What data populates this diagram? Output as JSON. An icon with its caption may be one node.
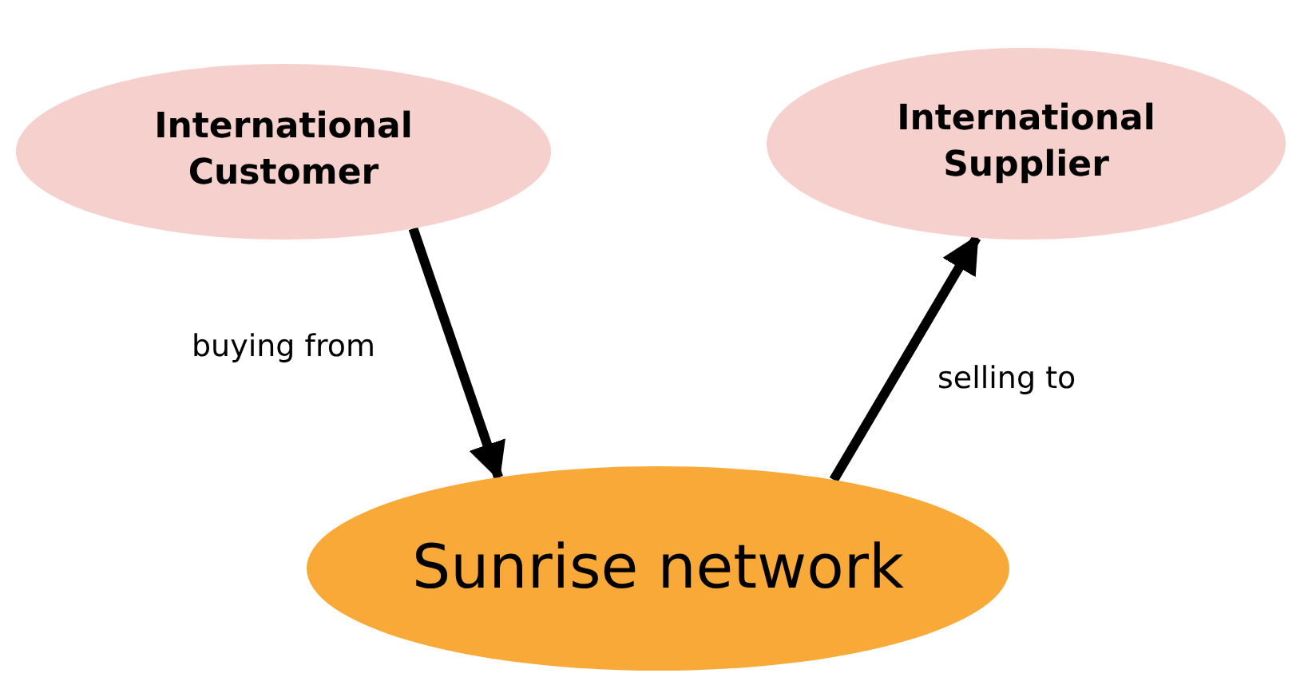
{
  "diagram": {
    "nodes": [
      {
        "text": [
          "International Customer"
        ]
      },
      {
        "text": [
          "International Supplier"
        ]
      },
      {
        "text": [
          "Sunrise network"
        ]
      }
    ],
    "edges": [
      {
        "from": 0,
        "to": 2,
        "arrow": "to",
        "label": "buying from"
      },
      {
        "from": 2,
        "to": 1,
        "arrow": "to",
        "label": "selling to"
      }
    ]
  }
}
